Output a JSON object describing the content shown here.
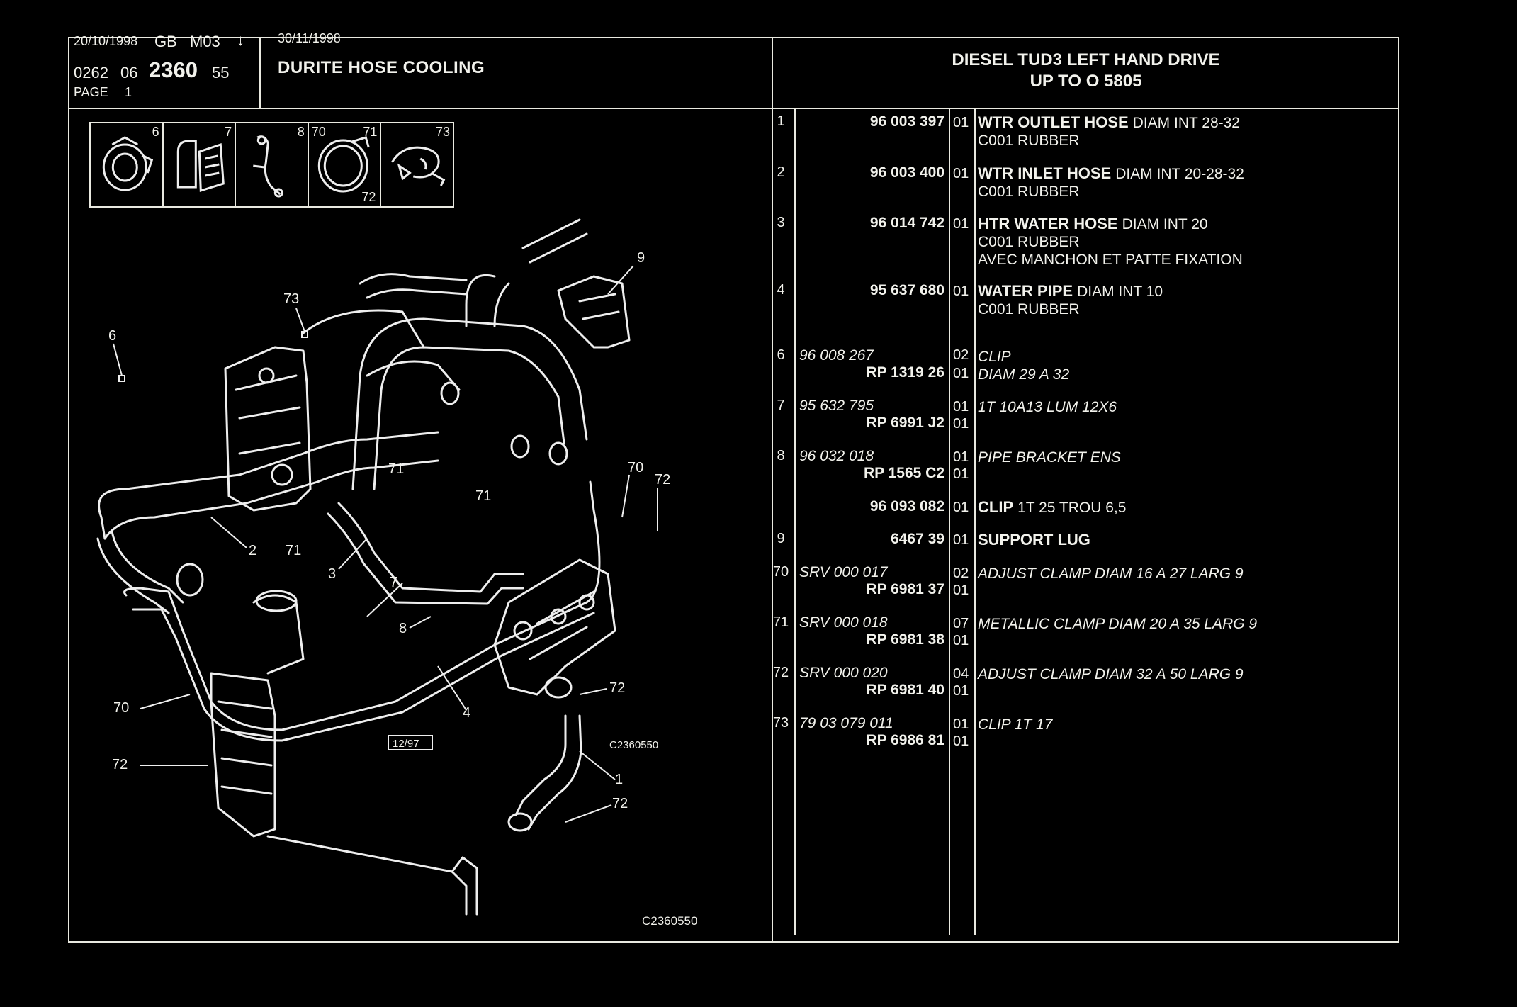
{
  "header": {
    "date1": "20/10/1998",
    "lang": "GB",
    "code": "M03",
    "arrow_glyph": "↓",
    "ref_prefix": "0262",
    "ref_group": "06",
    "ref_main": "2360",
    "ref_suffix": "55",
    "page_label": "PAGE",
    "page_number": "1",
    "date2": "30/11/1998",
    "title": "DURITE HOSE COOLING",
    "vehicle_line1": "DIESEL TUD3 LEFT HAND DRIVE",
    "vehicle_line2": "UP TO O  5805"
  },
  "thumbnails": [
    {
      "label": "6",
      "icon": "clamp-clip-icon"
    },
    {
      "label": "7",
      "icon": "clip-icon"
    },
    {
      "label": "8",
      "icon": "pipe-bracket-icon"
    },
    {
      "label": "70",
      "icon": "hose-clamp-icon"
    },
    {
      "label": "71",
      "icon": "metallic-clamp-icon"
    },
    {
      "label": "72",
      "icon": "adjust-clamp-icon"
    },
    {
      "label": "73",
      "icon": "clip-small-icon"
    }
  ],
  "diagram": {
    "labels": [
      "73",
      "6",
      "9",
      "71",
      "71",
      "2",
      "71",
      "3",
      "70",
      "72",
      "7",
      "8",
      "4",
      "70",
      "72",
      "72",
      "1",
      "72"
    ],
    "stamp": "12/97",
    "drawing_code": "C2360550",
    "bottom_code": "C2360550"
  },
  "parts": [
    {
      "num": "1",
      "ref1": "96 003 397",
      "ref2": "",
      "qty1": "01",
      "qty2": "",
      "lead": "WTR OUTLET HOSE",
      "rest": "DIAM INT 28-32",
      "lines": [
        "C001 RUBBER"
      ],
      "italic": false
    },
    {
      "num": "2",
      "ref1": "96 003 400",
      "ref2": "",
      "qty1": "01",
      "qty2": "",
      "lead": "WTR INLET HOSE",
      "rest": "DIAM INT 20-28-32",
      "lines": [
        "C001 RUBBER"
      ],
      "italic": false
    },
    {
      "num": "3",
      "ref1": "96 014 742",
      "ref2": "",
      "qty1": "01",
      "qty2": "",
      "lead": "HTR WATER HOSE",
      "rest": "DIAM INT 20",
      "lines": [
        "C001 RUBBER",
        "AVEC MANCHON ET PATTE FIXATION"
      ],
      "italic": false
    },
    {
      "num": "4",
      "ref1": "95 637 680",
      "ref2": "",
      "qty1": "01",
      "qty2": "",
      "lead": "WATER PIPE",
      "rest": "DIAM INT 10",
      "lines": [
        "C001 RUBBER"
      ],
      "italic": false
    },
    {
      "num": "6",
      "ref1": "96 008 267",
      "ref2": "RP  1319 26",
      "qty1": "02",
      "qty2": "01",
      "lead": "",
      "rest": "CLIP",
      "lines": [
        "DIAM 29 A 32"
      ],
      "italic": true
    },
    {
      "num": "7",
      "ref1": "95 632 795",
      "ref2": "RP  6991 J2",
      "qty1": "01",
      "qty2": "01",
      "lead": "",
      "rest": "1T 10A13 LUM 12X6",
      "lines": [],
      "italic": true
    },
    {
      "num": "8",
      "ref1": "96 032 018",
      "ref2": "RP  1565 C2",
      "qty1": "01",
      "qty2": "01",
      "lead": "",
      "rest": "PIPE BRACKET ENS",
      "lines": [],
      "italic": true
    },
    {
      "num": "",
      "ref1": "96 093 082",
      "ref2": "",
      "qty1": "01",
      "qty2": "",
      "lead": "CLIP",
      "rest": "1T 25 TROU 6,5",
      "lines": [],
      "italic": false
    },
    {
      "num": "9",
      "ref1": "6467 39",
      "ref2": "",
      "qty1": "01",
      "qty2": "",
      "lead": "SUPPORT LUG",
      "rest": "",
      "lines": [],
      "italic": false
    },
    {
      "num": "70",
      "ref1": "SRV 000 017",
      "ref2": "RP  6981 37",
      "qty1": "02",
      "qty2": "01",
      "lead": "",
      "rest": "ADJUST CLAMP DIAM 16 A 27 LARG 9",
      "lines": [],
      "italic": true
    },
    {
      "num": "71",
      "ref1": "SRV 000 018",
      "ref2": "RP  6981 38",
      "qty1": "07",
      "qty2": "01",
      "lead": "",
      "rest": "METALLIC CLAMP DIAM 20 A 35 LARG 9",
      "lines": [],
      "italic": true
    },
    {
      "num": "72",
      "ref1": "SRV 000 020",
      "ref2": "RP  6981 40",
      "qty1": "04",
      "qty2": "01",
      "lead": "",
      "rest": "ADJUST CLAMP DIAM 32 A 50 LARG 9",
      "lines": [],
      "italic": true
    },
    {
      "num": "73",
      "ref1": "79 03 079 011",
      "ref2": "RP  6986 81",
      "qty1": "01",
      "qty2": "01",
      "lead": "",
      "rest": "CLIP 1T 17",
      "lines": [],
      "italic": true
    }
  ]
}
